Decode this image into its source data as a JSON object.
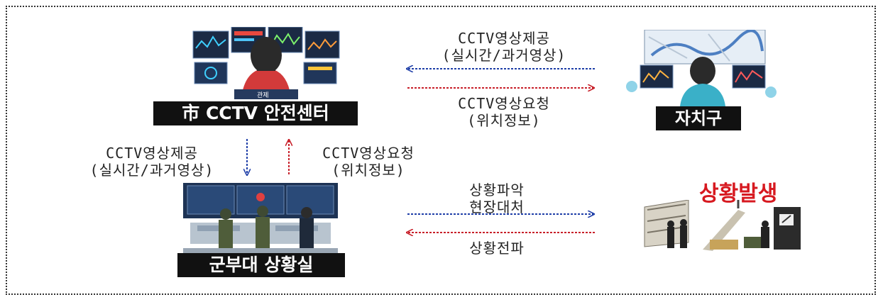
{
  "nodes": {
    "cctv_center": {
      "label": "市 CCTV 안전센터",
      "monitor_caption": "관제"
    },
    "district": {
      "label": "자치구"
    },
    "military": {
      "label": "군부대 상황실"
    },
    "situation": {
      "label": "상황발생"
    }
  },
  "edges": {
    "center_to_district": {
      "line1": "CCTV영상제공",
      "line2": "(실시간/과거영상)"
    },
    "district_to_center": {
      "line1": "CCTV영상요청",
      "line2": "(위치정보)"
    },
    "center_to_military": {
      "line1": "CCTV영상제공",
      "line2": "(실시간/과거영상)"
    },
    "military_to_center": {
      "line1": "CCTV영상요청",
      "line2": "(위치정보)"
    },
    "military_to_situation": {
      "line1": "상황파악",
      "line2": "현장대처"
    },
    "situation_to_military": {
      "line1": "상황전파"
    }
  },
  "colors": {
    "blue_arrow": "#1f3fa8",
    "red_arrow": "#c8202a",
    "label_bg": "#111111",
    "situation_text": "#d71920"
  }
}
